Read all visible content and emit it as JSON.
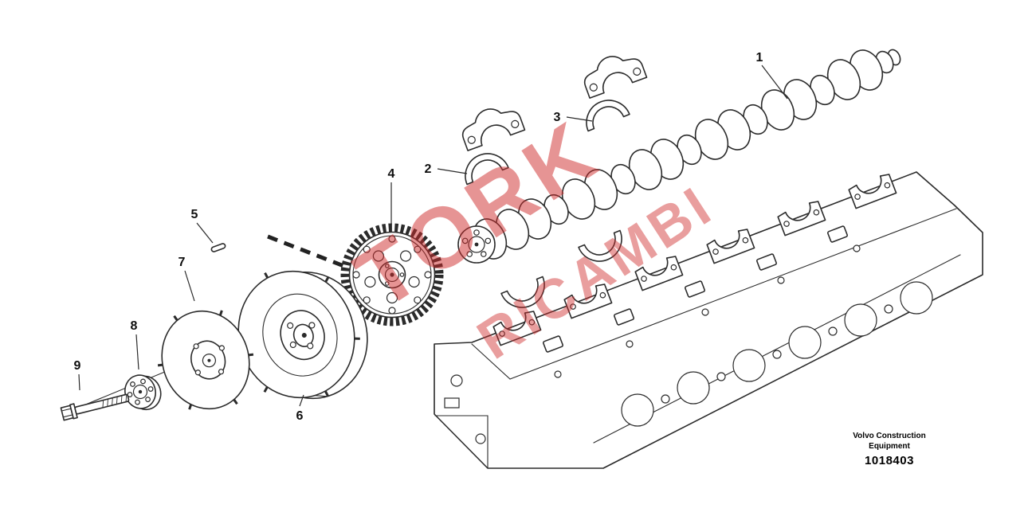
{
  "callouts": [
    {
      "label": "1"
    },
    {
      "label": "2"
    },
    {
      "label": "3"
    },
    {
      "label": "4"
    },
    {
      "label": "5"
    },
    {
      "label": "6"
    },
    {
      "label": "7"
    },
    {
      "label": "8"
    },
    {
      "label": "9"
    }
  ],
  "watermark": {
    "line1": "TORK",
    "line2": "RICAMBI",
    "color": "#cf2b2b"
  },
  "footer": {
    "brand": "Volvo Construction Equipment",
    "part_number": "1018403"
  }
}
